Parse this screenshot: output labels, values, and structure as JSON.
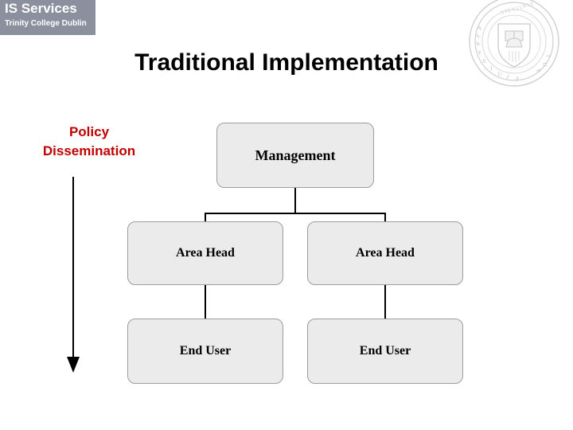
{
  "logo": {
    "title": "IS Services",
    "subtitle": "Trinity College Dublin",
    "bg_color": "#8c8f9e",
    "text_color": "#ffffff"
  },
  "crest": {
    "name": "trinity-college-crest",
    "motto": "PERPETUIS FUTURIS TEMPORIBUS DURATURA",
    "inner_text": "SILVIINIS"
  },
  "slide": {
    "title": "Traditional Implementation"
  },
  "annotation": {
    "line1": "Policy",
    "line2": "Dissemination",
    "color": "#c00000",
    "arrow_direction": "down"
  },
  "diagram": {
    "type": "org-chart",
    "nodes": [
      {
        "id": "management",
        "label": "Management",
        "level": 0
      },
      {
        "id": "area-head-1",
        "label": "Area Head",
        "level": 1
      },
      {
        "id": "area-head-2",
        "label": "Area Head",
        "level": 1
      },
      {
        "id": "end-user-1",
        "label": "End User",
        "level": 2
      },
      {
        "id": "end-user-2",
        "label": "End User",
        "level": 2
      }
    ],
    "edges": [
      {
        "from": "management",
        "to": "area-head-1"
      },
      {
        "from": "management",
        "to": "area-head-2"
      },
      {
        "from": "area-head-1",
        "to": "end-user-1"
      },
      {
        "from": "area-head-2",
        "to": "end-user-2"
      }
    ],
    "box_fill": "#ebebeb",
    "box_border": "#9c9c9c"
  }
}
